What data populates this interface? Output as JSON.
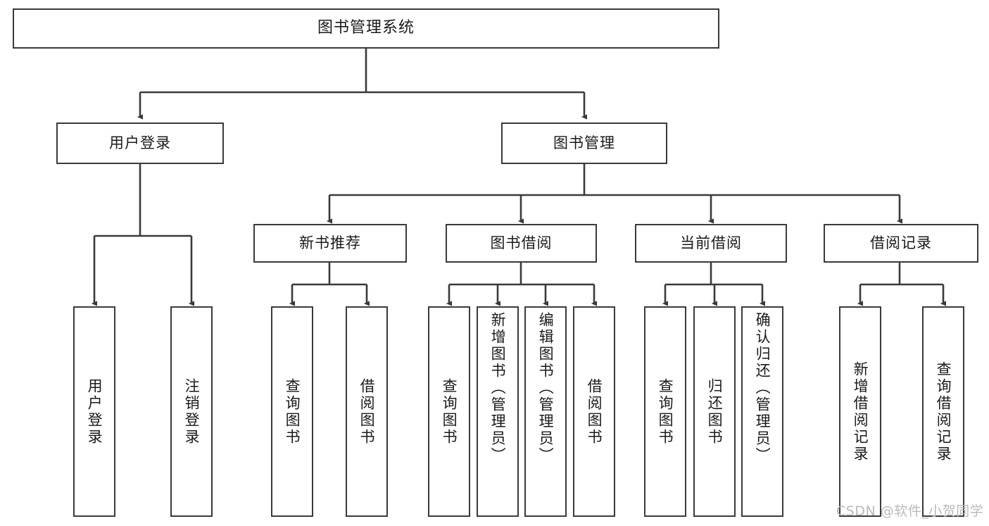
{
  "diagram": {
    "title": "图书管理系统",
    "type": "function-structure-tree",
    "watermark": "CSDN @软件_小贺同学",
    "colors": {
      "stroke": "#3a3a3a",
      "fill": "#ffffff",
      "text": "#1a1a1a",
      "watermark": "#b9b9b9"
    },
    "root": {
      "label": "图书管理系统"
    },
    "level2": [
      {
        "label": "用户登录"
      },
      {
        "label": "图书管理"
      }
    ],
    "level3": [
      {
        "label": "新书推荐"
      },
      {
        "label": "图书借阅"
      },
      {
        "label": "当前借阅"
      },
      {
        "label": "借阅记录"
      }
    ],
    "leaves": {
      "user_login": [
        {
          "label": "用户登录"
        },
        {
          "label": "注销登录"
        }
      ],
      "new_book_recommend": [
        {
          "label": "查询图书"
        },
        {
          "label": "借阅图书"
        }
      ],
      "book_borrow": [
        {
          "label": "查询图书"
        },
        {
          "label": "新增图书（管理员）"
        },
        {
          "label": "编辑图书（管理员）"
        },
        {
          "label": "借阅图书"
        }
      ],
      "current_borrow": [
        {
          "label": "查询图书"
        },
        {
          "label": "归还图书"
        },
        {
          "label": "确认归还（管理员）"
        }
      ],
      "borrow_record": [
        {
          "label": "新增借阅记录"
        },
        {
          "label": "查询借阅记录"
        }
      ]
    }
  }
}
